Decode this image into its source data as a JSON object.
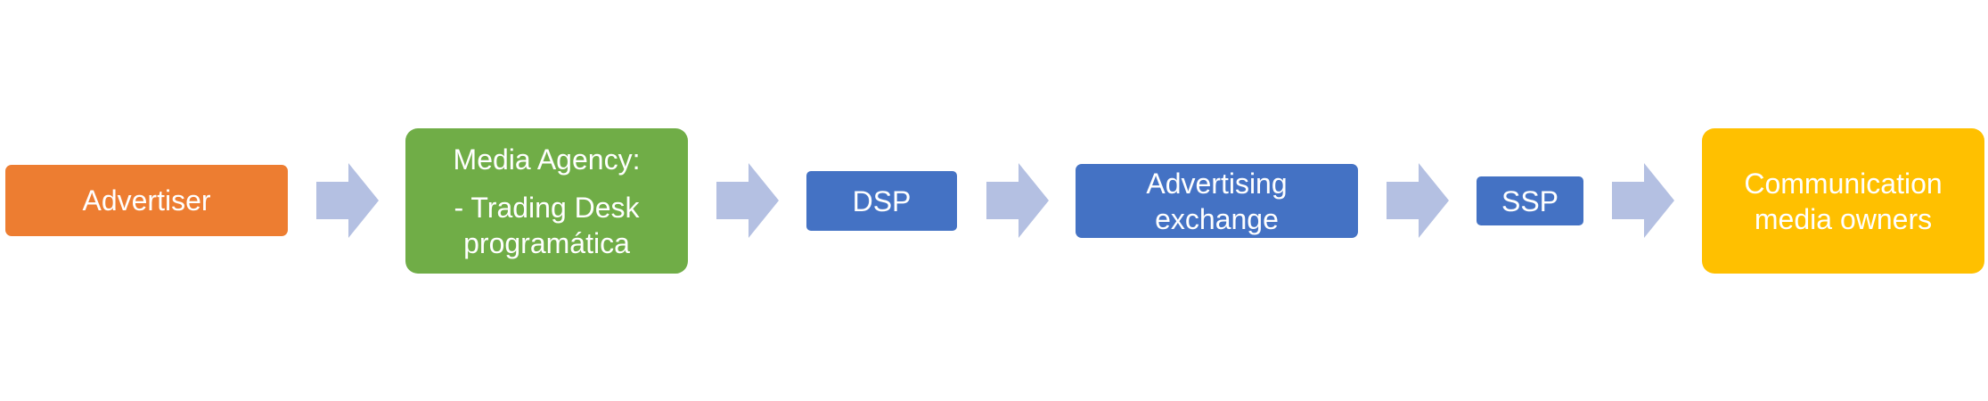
{
  "nodes": [
    {
      "id": "advertiser",
      "lines": [
        "Advertiser"
      ],
      "color": "#ED7D31"
    },
    {
      "id": "media-agency",
      "heading": "Media Agency:",
      "lines": [
        "- Trading Desk",
        "programática"
      ],
      "color": "#70AD47"
    },
    {
      "id": "dsp",
      "lines": [
        "DSP"
      ],
      "color": "#4472C4"
    },
    {
      "id": "advertising-exchange",
      "lines": [
        "Advertising",
        "exchange"
      ],
      "color": "#4472C4"
    },
    {
      "id": "ssp",
      "lines": [
        "SSP"
      ],
      "color": "#4472C4"
    },
    {
      "id": "communication-media-owners",
      "lines": [
        "Communication",
        "media owners"
      ],
      "color": "#FFC000"
    }
  ],
  "arrow_color": "#B4C0E2"
}
